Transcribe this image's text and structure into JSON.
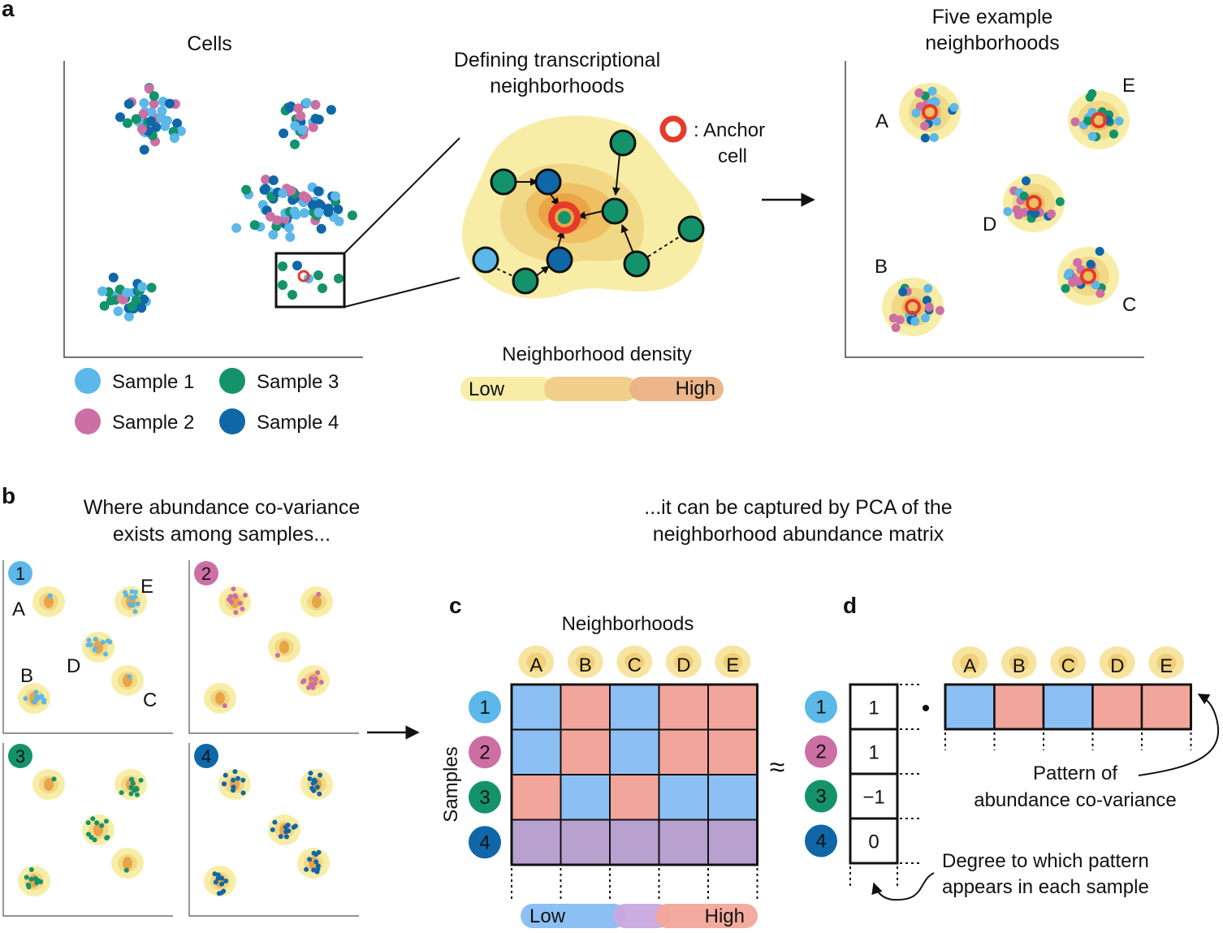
{
  "panels": {
    "a": "a",
    "b": "b",
    "c": "c",
    "d": "d"
  },
  "panel_a": {
    "cells_title": "Cells",
    "define_title": [
      "Defining transcriptional",
      "neighborhoods"
    ],
    "anchor_label": [
      ": Anchor",
      "cell"
    ],
    "examples_title": [
      "Five example",
      "neighborhoods"
    ],
    "density_title": "Neighborhood density",
    "density_low": "Low",
    "density_high": "High",
    "neighborhoods": [
      "A",
      "B",
      "C",
      "D",
      "E"
    ],
    "legend": [
      {
        "label": "Sample 1",
        "color": "#5bb8e8"
      },
      {
        "label": "Sample 2",
        "color": "#cc6fa5"
      },
      {
        "label": "Sample 3",
        "color": "#14936b"
      },
      {
        "label": "Sample 4",
        "color": "#0f67a8"
      }
    ]
  },
  "panel_b": {
    "title": [
      "Where abundance co-variance",
      "exists among samples..."
    ],
    "samples": [
      "1",
      "2",
      "3",
      "4"
    ],
    "sample_colors": [
      "#5bb8e8",
      "#cc6fa5",
      "#14936b",
      "#0f67a8"
    ],
    "neighborhood_labels": [
      "A",
      "B",
      "C",
      "D",
      "E"
    ]
  },
  "right_title": [
    "...it can be captured by PCA of the",
    "neighborhood abundance matrix"
  ],
  "panel_c": {
    "title": "Neighborhoods",
    "ylabel": "Samples",
    "columns": [
      "A",
      "B",
      "C",
      "D",
      "E"
    ],
    "rows": [
      "1",
      "2",
      "3",
      "4"
    ],
    "matrix": [
      [
        "Low",
        "High",
        "Low",
        "High",
        "High"
      ],
      [
        "Low",
        "High",
        "Low",
        "High",
        "High"
      ],
      [
        "High",
        "Low",
        "High",
        "Low",
        "Low"
      ],
      [
        "Mid",
        "Mid",
        "Mid",
        "Mid",
        "Mid"
      ]
    ],
    "colors": {
      "Low": "#8cc0f5",
      "High": "#f2a59a",
      "Mid": "#b8a1cf"
    },
    "scale_low": "Low",
    "scale_high": "High",
    "approx": "≈"
  },
  "panel_d": {
    "columns": [
      "A",
      "B",
      "C",
      "D",
      "E"
    ],
    "vector": [
      "1",
      "1",
      "−1",
      "0"
    ],
    "dot": "•",
    "pattern": [
      "Low",
      "High",
      "Low",
      "High",
      "High"
    ],
    "pattern_label": [
      "Pattern of",
      "abundance co-variance"
    ],
    "degree_label": [
      "Degree to which pattern",
      "appears in each sample"
    ]
  }
}
